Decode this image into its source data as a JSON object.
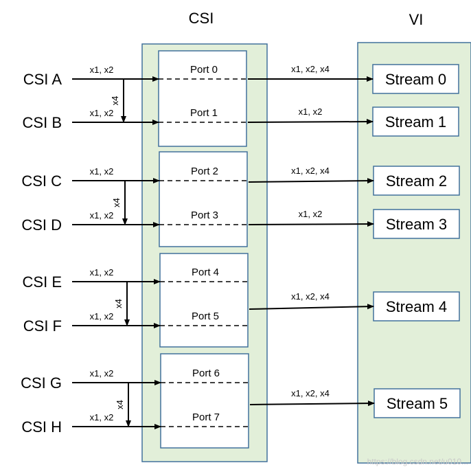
{
  "csi_block_title": "CSI",
  "vi_block_title": "VI",
  "inputs": [
    "CSI A",
    "CSI B",
    "CSI C",
    "CSI D",
    "CSI E",
    "CSI F",
    "CSI G",
    "CSI H"
  ],
  "input_lane_label": "x1, x2",
  "pair_link_label": "x4",
  "ports": [
    "Port 0",
    "Port 1",
    "Port 2",
    "Port 3",
    "Port 4",
    "Port 5",
    "Port 6",
    "Port 7"
  ],
  "streams": [
    "Stream 0",
    "Stream 1",
    "Stream 2",
    "Stream 3",
    "Stream 4",
    "Stream 5"
  ],
  "outputs": [
    {
      "from_port": 0,
      "stream": 0,
      "label": "x1, x2, x4"
    },
    {
      "from_port": 1,
      "stream": 1,
      "label": "x1, x2"
    },
    {
      "from_port": 2,
      "stream": 2,
      "label": "x1, x2, x4"
    },
    {
      "from_port": 3,
      "stream": 3,
      "label": "x1, x2"
    },
    {
      "from_port": 5,
      "stream": 4,
      "label": "x1, x2, x4"
    },
    {
      "from_port": 7,
      "stream": 5,
      "label": "x1, x2, x4"
    }
  ],
  "watermark": "https://blog.csdn.net/u010..."
}
